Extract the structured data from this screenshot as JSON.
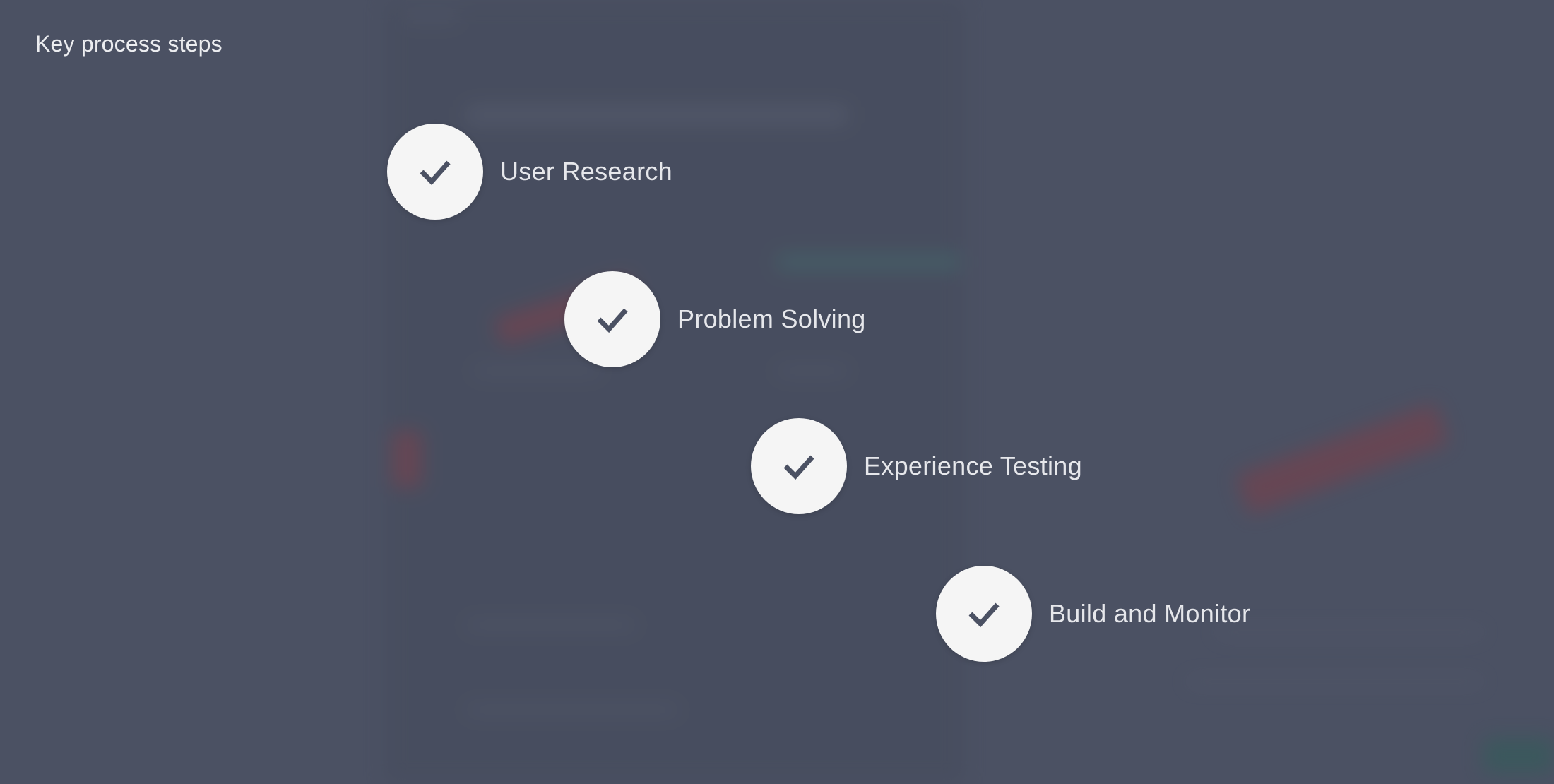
{
  "overlay": {
    "title": "Key process steps"
  },
  "steps": [
    {
      "label": "User Research",
      "icon": "checkmark-icon",
      "completed": true
    },
    {
      "label": "Problem Solving",
      "icon": "checkmark-icon",
      "completed": true
    },
    {
      "label": "Experience Testing",
      "icon": "checkmark-icon",
      "completed": true
    },
    {
      "label": "Build and Monitor",
      "icon": "checkmark-icon",
      "completed": true
    }
  ],
  "colors": {
    "backdrop": "#4b5163",
    "circle": "#f5f5f5",
    "check": "#4b5163",
    "text": "#e6e7eb"
  }
}
